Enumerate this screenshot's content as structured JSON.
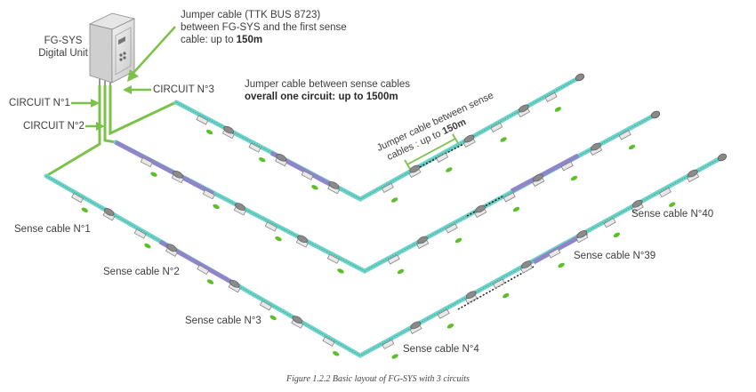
{
  "device": {
    "name_line1": "FG-SYS",
    "name_line2": "Digital Unit"
  },
  "circuits": {
    "c1": "CIRCUIT N°1",
    "c2": "CIRCUIT N°2",
    "c3": "CIRCUIT N°3"
  },
  "jumper_main": {
    "line1": "Jumper cable (TTK BUS 8723)",
    "line2": "between FG-SYS and the first sense",
    "line3_prefix": "cable: up to ",
    "line3_bold": "150m"
  },
  "jumper_circuit": {
    "line1": "Jumper cable between sense cables",
    "line2_bold": "overall one circuit:",
    "line2_rest": " up to 1500m"
  },
  "jumper_between": {
    "line1": "Jumper cable between sense",
    "line2_prefix": "cables : up to ",
    "line2_bold": "150m"
  },
  "sense_cables": {
    "s1": "Sense cable N°1",
    "s2": "Sense cable N°2",
    "s3": "Sense cable N°3",
    "s4": "Sense cable N°4",
    "s39": "Sense cable N°39",
    "s40": "Sense cable N°40"
  },
  "caption": "Figure 1.2.2 Basic layout of FG-SYS with 3 circuits",
  "colors": {
    "sense_cyan": "#6fd3c9",
    "sense_purple": "#8f86c9",
    "jumper_green": "#7cc24a",
    "led_green": "#5cbf2a",
    "connector_grey": "#8a8a8a"
  }
}
